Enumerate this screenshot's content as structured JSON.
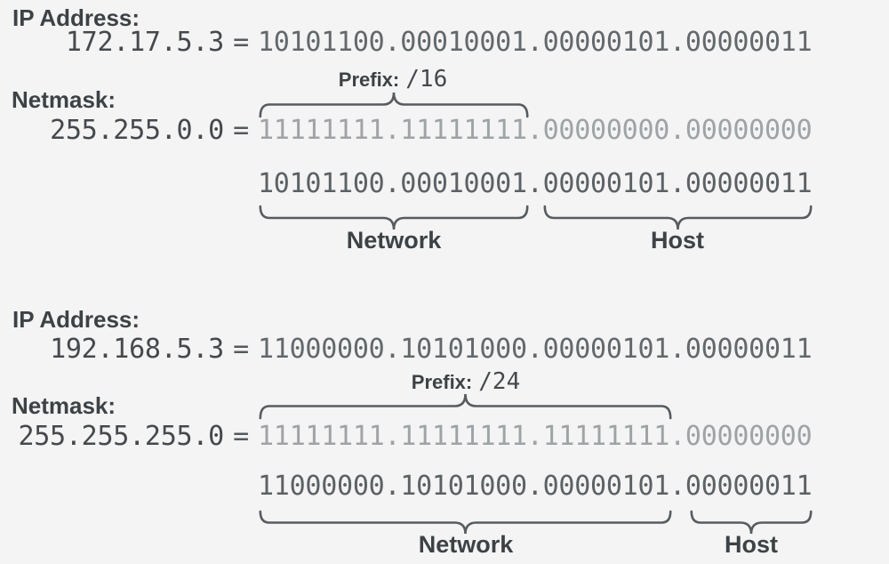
{
  "sections": [
    {
      "ip_label": "IP Address:",
      "ip_decimal": "172.17.5.3",
      "equals": "=",
      "ip_binary": "10101100.00010001.00000101.00000011",
      "prefix_label": "Prefix:",
      "prefix_value": "/16",
      "netmask_label": "Netmask:",
      "netmask_decimal": "255.255.0.0",
      "netmask_binary": "11111111.11111111.00000000.00000000",
      "result_binary": "10101100.00010001.00000101.00000011",
      "network_label": "Network",
      "host_label": "Host"
    },
    {
      "ip_label": "IP Address:",
      "ip_decimal": "192.168.5.3",
      "equals": "=",
      "ip_binary": "11000000.10101000.00000101.00000011",
      "prefix_label": "Prefix:",
      "prefix_value": "/24",
      "netmask_label": "Netmask:",
      "netmask_decimal": "255.255.255.0",
      "netmask_binary": "11111111.11111111.11111111.00000000",
      "result_binary": "11000000.10101000.00000101.00000011",
      "network_label": "Network",
      "host_label": "Host"
    }
  ],
  "colors": {
    "background": "#f3f4f3",
    "label_dark": "#3d4246",
    "decimal_text": "#45494e",
    "equals": "#54595d",
    "binary_text": "#63686c",
    "binary_strong": "#5c6165",
    "binary_dim": "#9ea3a6",
    "brace": "#575c60"
  }
}
